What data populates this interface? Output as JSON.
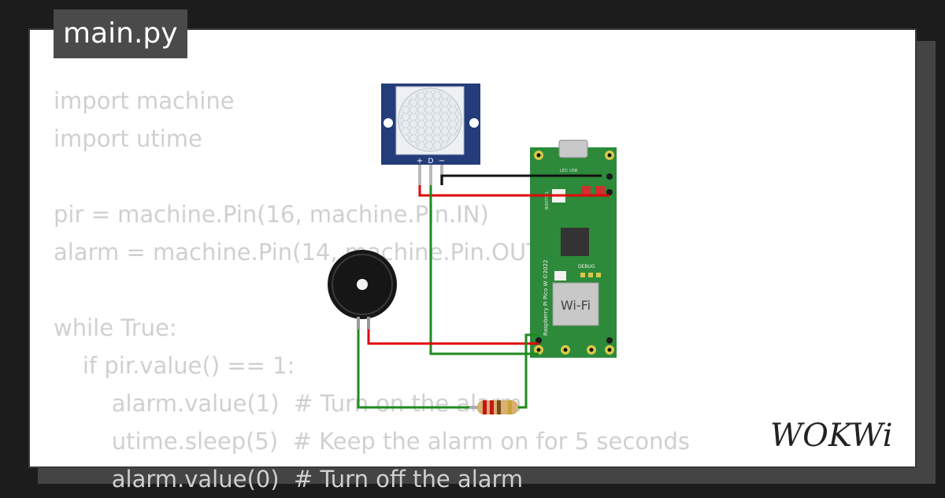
{
  "file": {
    "name": "main.py"
  },
  "code_lines": [
    "import machine",
    "import utime",
    "",
    "pir = machine.Pin(16, machine.Pin.IN)",
    "alarm = machine.Pin(14, machine.Pin.OUT)",
    "",
    "while True:",
    "    if pir.value() == 1:",
    "        alarm.value(1)  # Turn on the alarm",
    "        utime.sleep(5)  # Keep the alarm on for 5 seconds",
    "        alarm.value(0)  # Turn off the alarm"
  ],
  "pir_sensor": {
    "pin_labels": [
      "+",
      "D",
      "−"
    ]
  },
  "board": {
    "name": "Raspberry Pi Pico W ©2022",
    "chip_label": "Wi-Fi",
    "labels": {
      "led": "LED",
      "usb": "USB",
      "bootsel": "BOOTSEL",
      "debug": "DEBUG"
    }
  },
  "logo": {
    "text": "WOKWi"
  },
  "colors": {
    "wire_red": "#e0000a",
    "wire_green": "#1f8a1f",
    "wire_black": "#111111",
    "board_green": "#2c8a3a",
    "pir_blue": "#243c7a"
  }
}
